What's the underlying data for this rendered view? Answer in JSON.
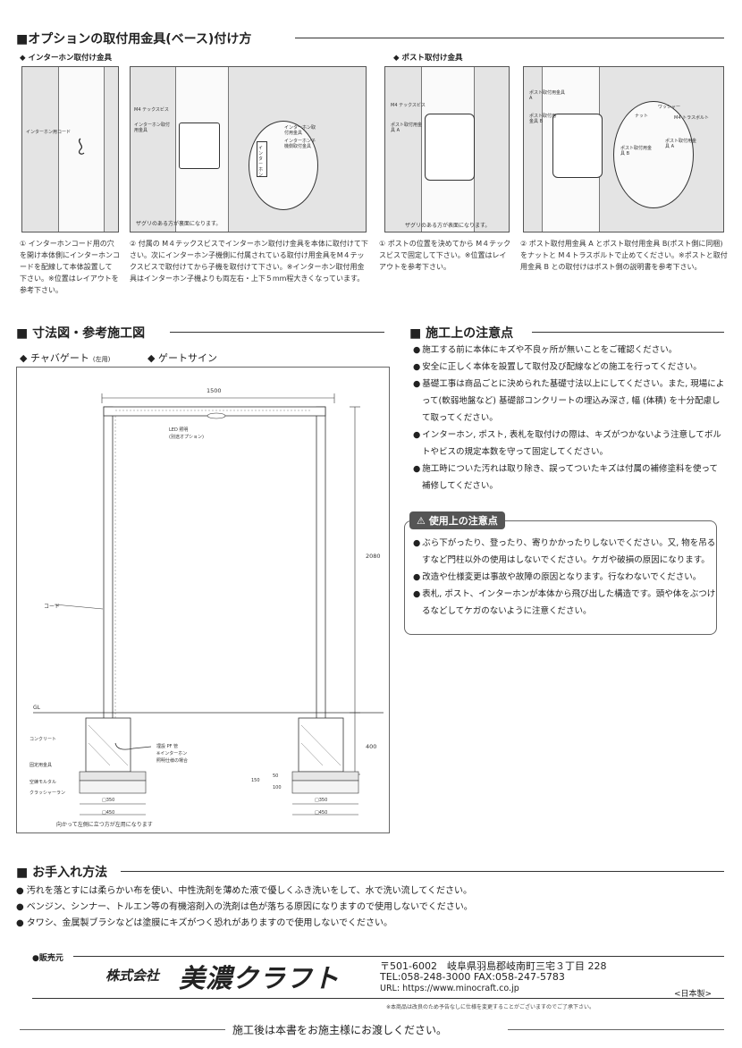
{
  "option": {
    "title": "■オプションの取付用金具(ベース)付け方",
    "intercom_sub": "◆ インターホン取付け金具",
    "post_sub": "◆ ポスト取付け金具",
    "p1_label": "インターホン用コード",
    "p2_label1": "M4 テックスビス",
    "p2_label2": "インターホン取付用金具",
    "p2_zoom_vert": "インターホン",
    "p2_zoom_l1": "インターホン取付用金具",
    "p2_zoom_l2": "インターホン子機側取付金具",
    "p2_note": "ザグリのある方が裏面になります。",
    "p3_label1": "M4 テックスビス",
    "p3_label2": "ポスト取付用金具 A",
    "p3_note": "ザグリのある方が表面になります。",
    "p4_label1": "ポスト取付用金具 A",
    "p4_label2": "ポスト取付用金具 B",
    "p4_z1": "ナット",
    "p4_z2": "ワッシャー",
    "p4_z3": "M4 トラスボルト",
    "p4_z4": "ポスト取付用金具 B",
    "p4_z5": "ポスト取付用金具 A",
    "cap1": "① インターホンコード用の穴を開け本体側にインターホンコードを配線して本体設置して 下さい。※位置はレイアウトを参考下さい。",
    "cap2": "② 付属の M４テックスビスでインターホン取付け金具を本体に取付けて下さい。次にインターホン子機側に付属されている取付け用金具をM４テックスビスで取付けてから子機を取付けて下さい。※インターホン取付用金具はインターホン子機よりも両左右・上下５mm程大きくなっています。",
    "cap3": "① ポストの位置を決めてから M４テックスビスで固定して下さい。※位置はレイアウトを参考下さい。",
    "cap4": "② ポスト取付用金具 A とポスト取付用金具 B(ポスト側に同梱)をナットと M４トラスボルトで止めてください。※ポストと取付用金具 B との取付けはポスト側の説明書を参考下さい。"
  },
  "dims": {
    "title": "■ 寸法図・参考施工図",
    "left_sub": "◆ チャバゲート",
    "left_sub_small": "(左用)",
    "right_sub": "◆ ゲートサイン",
    "w1500": "1500",
    "h2080": "2080",
    "h400": "400",
    "led": "LED 照明",
    "led2": "(別途オプション)",
    "cord": "コード",
    "gl": "GL",
    "concrete": "コンクリート",
    "fixing": "固定用金具",
    "mortar": "空練モルタル",
    "crusher": "クラッシャーラン",
    "pipe1": "埋設 PF 管",
    "pipe2": "※インターホン",
    "pipe3": "照明仕様の場合",
    "d50": "50",
    "d100": "100",
    "d150": "150",
    "d350": "□350",
    "d450": "□450",
    "footer": "向かって左側に立つ方が左用になります"
  },
  "construction": {
    "title": "■ 施工上の注意点",
    "items": [
      "施工する前に本体にキズや不良ヶ所が無いことをご確認ください。",
      "安全に正しく本体を設置して取付及び配線などの施工を行ってください。",
      "基礎工事は商品ごとに決められた基礎寸法以上にしてください。また, 現場によって(軟弱地盤など) 基礎部コンクリートの埋込み深さ, 幅 (体積) を十分配慮して取ってください。",
      "インターホン, ポスト, 表札を取付けの際は、キズがつかないよう注意してボルトやビスの規定本数を守って固定してください。",
      "施工時についた汚れは取り除き、誤ってついたキズは付属の補修塗料を使って補修してください。"
    ]
  },
  "usage": {
    "title": "使用上の注意点",
    "items": [
      "ぶら下がったり、登ったり、寄りかかったりしないでください。又, 物を吊るすなど門柱以外の使用はしないでください。ケガや破損の原因になります。",
      "改造や仕様変更は事故や故障の原因となります。行なわないでください。",
      "表札, ポスト、インターホンが本体から飛び出した構造です。頭や体をぶつけるなどしてケガのないように注意ください。"
    ]
  },
  "care": {
    "title": "■ お手入れ方法",
    "items": [
      "汚れを落とすには柔らかい布を使い、中性洗剤を薄めた液で優しくふき洗いをして、水で洗い流してください。",
      "ベンジン、シンナー、トルエン等の有機溶剤入の洗剤は色が落ちる原因になりますので使用しないでください。",
      "タワシ、金属製ブラシなどは塗膜にキズがつく恐れがありますので使用しないでください。"
    ]
  },
  "seller": {
    "label": "●販売元",
    "company_prefix": "株式会社",
    "company_name": "美濃クラフト",
    "address": "〒501-6002　岐阜県羽島郡岐南町三宅３丁目 228",
    "tel": "TEL:058-248-3000  FAX:058-247-5783",
    "url": "URL: https://www.minocraft.co.jp",
    "made": "<日本製>",
    "disclaimer": "※本商品は改良のため予告なしに仕様を変更することがございますのでご了承下さい。",
    "final": "施工後は本書をお施主様にお渡しください。"
  }
}
